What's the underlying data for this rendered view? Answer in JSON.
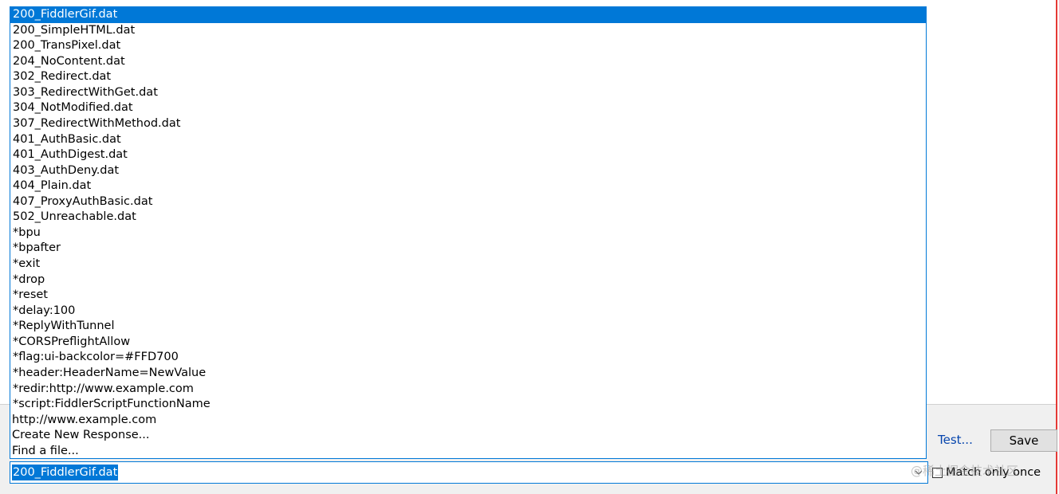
{
  "colors": {
    "selection": "#0078d7",
    "right_border": "#e53935"
  },
  "dropdown": {
    "items": [
      "200_FiddlerGif.dat",
      "200_SimpleHTML.dat",
      "200_TransPixel.dat",
      "204_NoContent.dat",
      "302_Redirect.dat",
      "303_RedirectWithGet.dat",
      "304_NotModified.dat",
      "307_RedirectWithMethod.dat",
      "401_AuthBasic.dat",
      "401_AuthDigest.dat",
      "403_AuthDeny.dat",
      "404_Plain.dat",
      "407_ProxyAuthBasic.dat",
      "502_Unreachable.dat",
      "*bpu",
      "*bpafter",
      "*exit",
      "*drop",
      "*reset",
      "*delay:100",
      "*ReplyWithTunnel",
      "*CORSPreflightAllow",
      "*flag:ui-backcolor=#FFD700",
      "*header:HeaderName=NewValue",
      "*redir:http://www.example.com",
      "*script:FiddlerScriptFunctionName",
      "http://www.example.com",
      "Create New Response...",
      "Find a file..."
    ]
  },
  "combo": {
    "value": "200_FiddlerGif.dat",
    "arrow_icon": "chevron-down-icon"
  },
  "actions": {
    "test_label": "Test...",
    "save_label": "Save"
  },
  "options": {
    "match_once_label": "Match only once"
  },
  "watermark": "@稀土掘金技术社区"
}
